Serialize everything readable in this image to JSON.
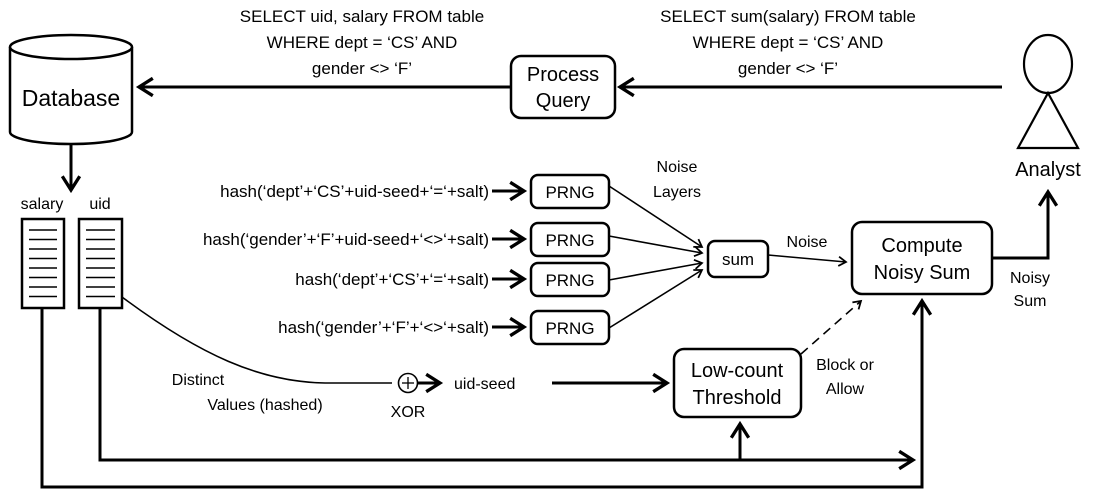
{
  "queries": {
    "backend": [
      "SELECT uid, salary FROM table",
      "WHERE dept = ‘CS’ AND",
      "gender <> ‘F’"
    ],
    "analyst": [
      "SELECT sum(salary) FROM table",
      "WHERE dept = ‘CS’ AND",
      "gender <> ‘F’"
    ]
  },
  "nodes": {
    "database": "Database",
    "process_query": [
      "Process",
      "Query"
    ],
    "analyst": "Analyst",
    "prng": "PRNG",
    "sum": "sum",
    "compute_noisy_sum": [
      "Compute",
      "Noisy Sum"
    ],
    "low_count_threshold": [
      "Low-count",
      "Threshold"
    ]
  },
  "columns": {
    "salary": "salary",
    "uid": "uid"
  },
  "hash_inputs": [
    "hash(‘dept’+‘CS’+uid-seed+‘=‘+salt)",
    "hash(‘gender’+‘F’+uid-seed+‘<>‘+salt)",
    "hash(‘dept’+‘CS’+‘=‘+salt)",
    "hash(‘gender’+‘F’+‘<>‘+salt)"
  ],
  "labels": {
    "noise_layers": [
      "Noise",
      "Layers"
    ],
    "noise": "Noise",
    "noisy_sum": [
      "Noisy",
      "Sum"
    ],
    "block_or_allow": [
      "Block or",
      "Allow"
    ],
    "distinct_values": [
      "Distinct",
      "Values (hashed)"
    ],
    "xor": "XOR",
    "uid_seed": "uid-seed"
  }
}
